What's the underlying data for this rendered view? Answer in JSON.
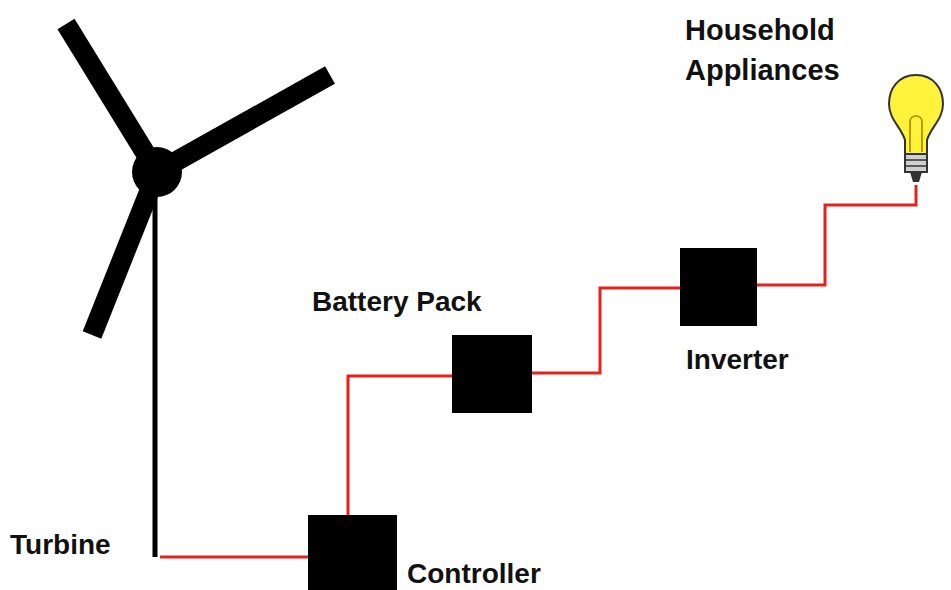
{
  "diagram": {
    "nodes": [
      {
        "text": [
          "Turbine"
        ]
      },
      {
        "text": [
          "Controller"
        ]
      },
      {
        "text": [
          "Battery Pack"
        ]
      },
      {
        "text": [
          "Inverter"
        ]
      },
      {
        "text": [
          "Household Appliances"
        ]
      }
    ],
    "edges": [
      {
        "from": 0,
        "to": 1,
        "arrow": "none"
      },
      {
        "from": 1,
        "to": 2,
        "arrow": "none"
      },
      {
        "from": 2,
        "to": 3,
        "arrow": "none"
      },
      {
        "from": 3,
        "to": 4,
        "arrow": "none"
      }
    ]
  }
}
